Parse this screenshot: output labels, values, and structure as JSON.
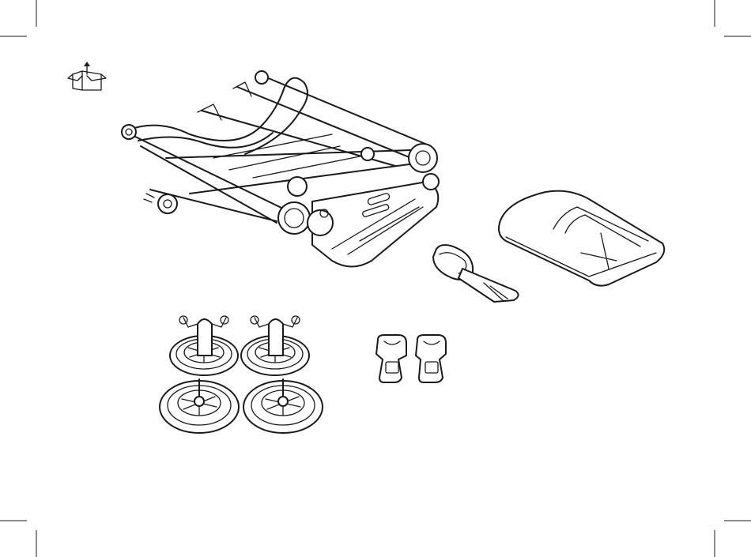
{
  "page": {
    "icons": {
      "unpack_icon": "unpack-box-icon"
    },
    "parts": [
      {
        "id": "stroller-frame",
        "icon": "folded-stroller-frame"
      },
      {
        "id": "bumper-bar-strap",
        "icon": "bumper-strap"
      },
      {
        "id": "seat-cushion",
        "icon": "seat-cushion"
      },
      {
        "id": "wheels",
        "icon": "four-wheels"
      },
      {
        "id": "clips",
        "icon": "two-adapter-clips"
      }
    ],
    "colors": {
      "line": "#1a1a1a",
      "background": "#ffffff"
    }
  }
}
